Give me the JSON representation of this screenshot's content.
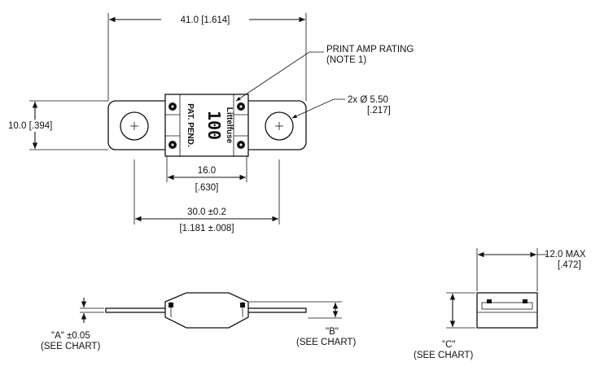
{
  "dims": {
    "overall_length": "41.0 [1.614]",
    "width": "10.0 [.394]",
    "body_length": "16.0",
    "body_length_in": "[.630]",
    "hole_spacing": "30.0 ±0.2",
    "hole_spacing_in": "[1.181 ±.008]",
    "hole_dia": "2x Ø 5.50",
    "hole_dia_in": "[.217]",
    "max_height": "12.0 MAX",
    "max_height_in": "[.472]"
  },
  "notes": {
    "print_rating_1": "PRINT AMP RATING",
    "print_rating_2": "(NOTE 1)",
    "a_label": "\"A\" ±0.05",
    "a_sub": "(SEE CHART)",
    "b_label": "\"B\"",
    "b_sub": "(SEE CHART)",
    "c_label": "\"C\"",
    "c_sub": "(SEE CHART)"
  },
  "fuse_marking": {
    "brand": "Littelfuse",
    "rating": "100",
    "pat": "PAT. PEND."
  }
}
